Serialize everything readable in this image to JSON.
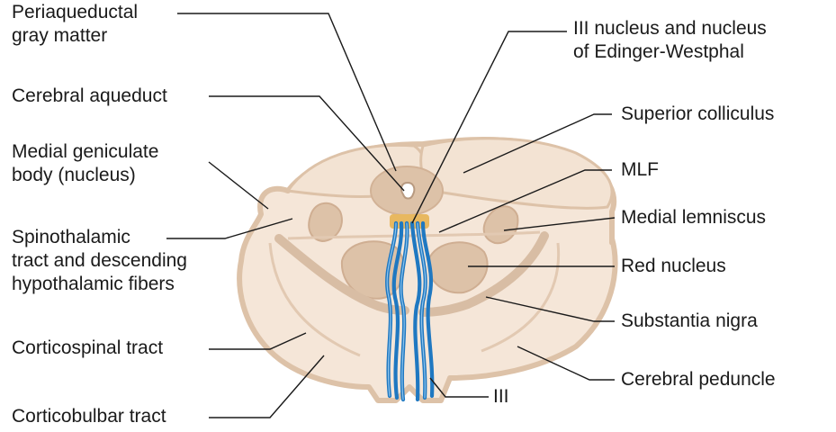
{
  "labels": {
    "periaqueductal": [
      "Periaqueductal",
      "gray matter"
    ],
    "cerebral_aqueduct": "Cerebral aqueduct",
    "medial_geniculate": [
      "Medial geniculate",
      "body (nucleus)"
    ],
    "spinothalamic": [
      "Spinothalamic",
      "tract and descending",
      "hypothalamic fibers"
    ],
    "corticospinal": "Corticospinal tract",
    "corticobulbar": "Corticobulbar tract",
    "iii_nucleus": [
      "III nucleus and nucleus",
      "of Edinger-Westphal"
    ],
    "superior_colliculus": "Superior colliculus",
    "mlf": "MLF",
    "medial_lemniscus": "Medial lemniscus",
    "red_nucleus": "Red nucleus",
    "substantia_nigra": "Substantia nigra",
    "cerebral_peduncle": "Cerebral peduncle",
    "nerve_iii": "III"
  },
  "colors": {
    "tissue_light": "#f5e6d8",
    "tissue_outline": "#ddc2a8",
    "nucleus_fill": "#d9bca3",
    "nerve_blue": "#1f78c1",
    "edinger_gold": "#e8b860"
  }
}
